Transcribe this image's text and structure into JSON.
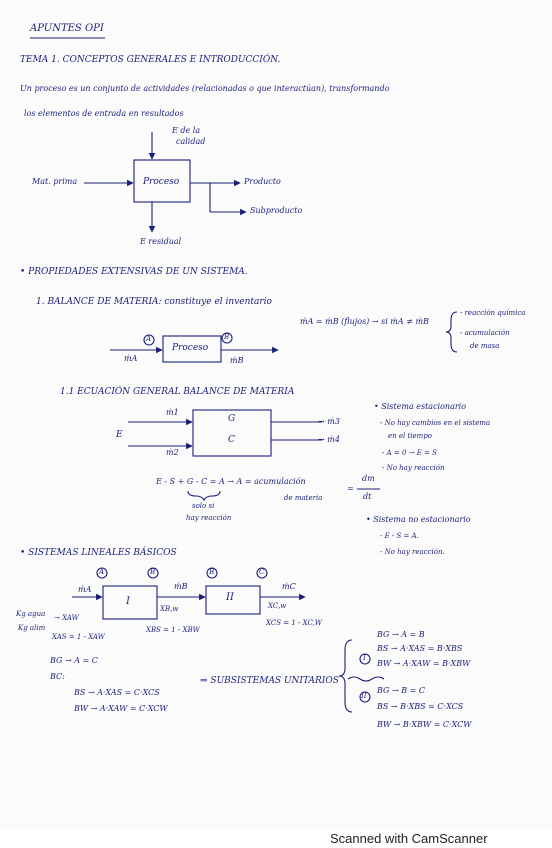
{
  "header": {
    "title": "APUNTES OPI"
  },
  "tema": {
    "heading": "TEMA 1. CONCEPTOS GENERALES E INTRODUCCIÓN.",
    "line1": "Un proceso es un conjunto de actividades (relacionadas o que interactúan), transformando",
    "line2": "los elementos de entrada en resultados"
  },
  "diagram1": {
    "top_label_1": "E de la",
    "top_label_2": "calidad",
    "input": "Mat. prima",
    "box": "Proceso",
    "out1": "Producto",
    "out2": "Subproducto",
    "bottom": "E residual"
  },
  "propiedades": {
    "heading": "• PROPIEDADES EXTENSIVAS DE UN SISTEMA.",
    "balance": "1. BALANCE DE MATERIA: constituye el inventario",
    "eq": "ṁA = ṁB (flujos) → si ṁA ≠ ṁB",
    "brace1": "- reacción química",
    "brace2": "- acumulación",
    "brace3": "de masa",
    "circA": "A",
    "circB": "B",
    "box": "Proceso",
    "mA": "ṁA",
    "mB": "ṁB"
  },
  "ecuacion": {
    "heading": "1.1 ECUACIÓN GENERAL BALANCE DE MATERIA",
    "m1": "ṁ1",
    "m2": "ṁ2",
    "E": "E",
    "G": "G",
    "C": "C",
    "m3": "→ ṁ3",
    "m4": "→ ṁ4",
    "formula": "E - S + G - C = A → A = acumulación",
    "dm": "dm",
    "dt": "dt",
    "eqsign": "=",
    "de_materia": "de materia",
    "solo1": "solo si",
    "solo2": "hay reacción",
    "est1": "• Sistema estacionario",
    "est2": "- No hay cambios en el sistema",
    "est3": "en el tiempo",
    "est4": "- A = 0 → E = S",
    "est5": "- No hay reacción",
    "noest1": "• Sistema no estacionario",
    "noest2": "- E - S = A.",
    "noest3": "- No hay reacción."
  },
  "sistemas": {
    "heading": "• SISTEMAS LINEALES BÁSICOS",
    "cA": "A",
    "cB1": "B",
    "cB2": "B",
    "cC": "C",
    "mA": "ṁA",
    "mB": "ṁB",
    "mC": "ṁC",
    "I": "I",
    "II": "II",
    "xB": "XB,w",
    "xC": "XC,w",
    "xBS": "XBS = 1 - XBW",
    "xCS": "XCS = 1 - XC,W",
    "left1": "Kg agua",
    "left2": "Kg alim",
    "xAw": "→ XAW",
    "xAS": "XAS = 1 - XAW",
    "bg": "BG → A = C",
    "bc": "BC:",
    "bs": "BS → A·XAS = C·XCS",
    "bw": "BW → A·XAW = C·XCW",
    "sub": "⇒ SUBSISTEMAS UNITARIOS",
    "s1a": "BG → A = B",
    "s1b": "BS → A·XAS = B·XBS",
    "s1c": "BW → A·XAW = B·XBW",
    "r1": "I",
    "r2": "II",
    "s2a": "BG → B = C",
    "s2b": "BS → B·XBS = C·XCS",
    "s2c": "BW → B·XBW = C·XCW"
  },
  "footer": {
    "scanner": "Scanned with CamScanner"
  }
}
